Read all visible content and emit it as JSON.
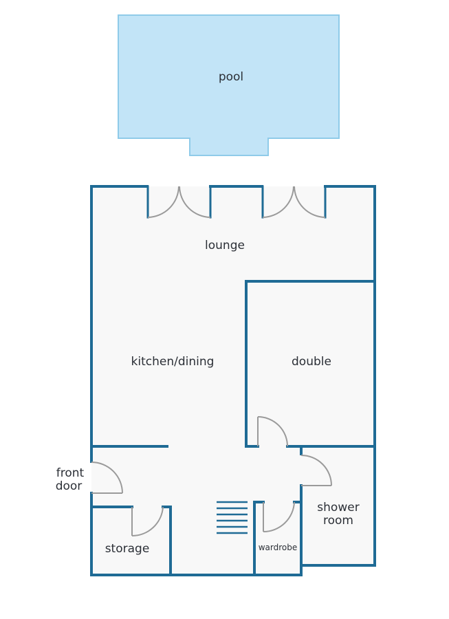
{
  "colors": {
    "wall": "#1f6b95",
    "floor": "#f8f8f8",
    "pool_fill": "#c2e4f7",
    "pool_edge": "#8fcbe9",
    "door_arc": "#9a9a9a",
    "stairs": "#1f6b95",
    "text": "#2b2f36"
  },
  "icons": {
    "stairs": "stairs-icon",
    "door": "door-swing-icon"
  },
  "labels": {
    "pool": "pool",
    "lounge": "lounge",
    "kitchen_dining": "kitchen/dining",
    "double": "double",
    "front_door_line1": "front",
    "front_door_line2": "door",
    "shower_room_line1": "shower",
    "shower_room_line2": "room",
    "storage": "storage",
    "wardrobe": "wardrobe"
  }
}
